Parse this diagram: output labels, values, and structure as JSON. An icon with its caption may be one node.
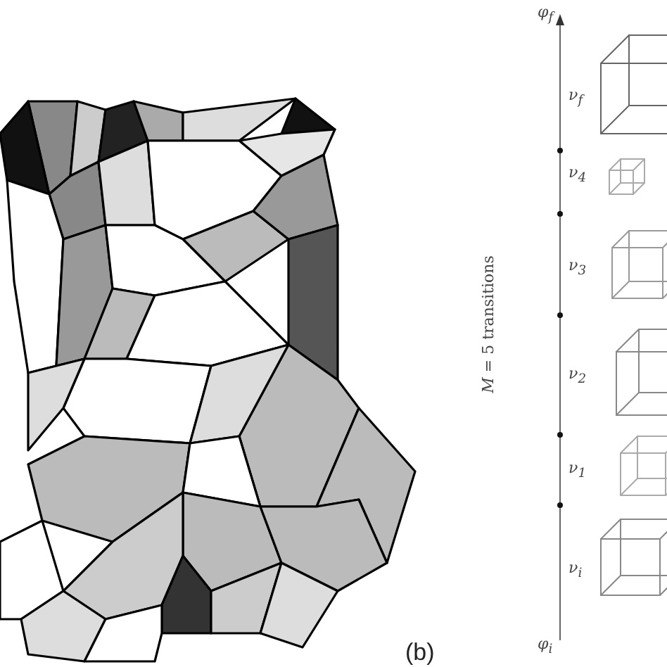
{
  "diagram": {
    "labels": [
      "φ$_{f}$",
      "ν$_{f}$",
      "ν$_{4}$",
      "ν$_{3}$",
      "*M* = 5 transitions",
      "ν$_{2}$",
      "ν$_{1}$",
      "ν$_{i}$",
      "φ$_{i}$",
      "(b)"
    ]
  }
}
